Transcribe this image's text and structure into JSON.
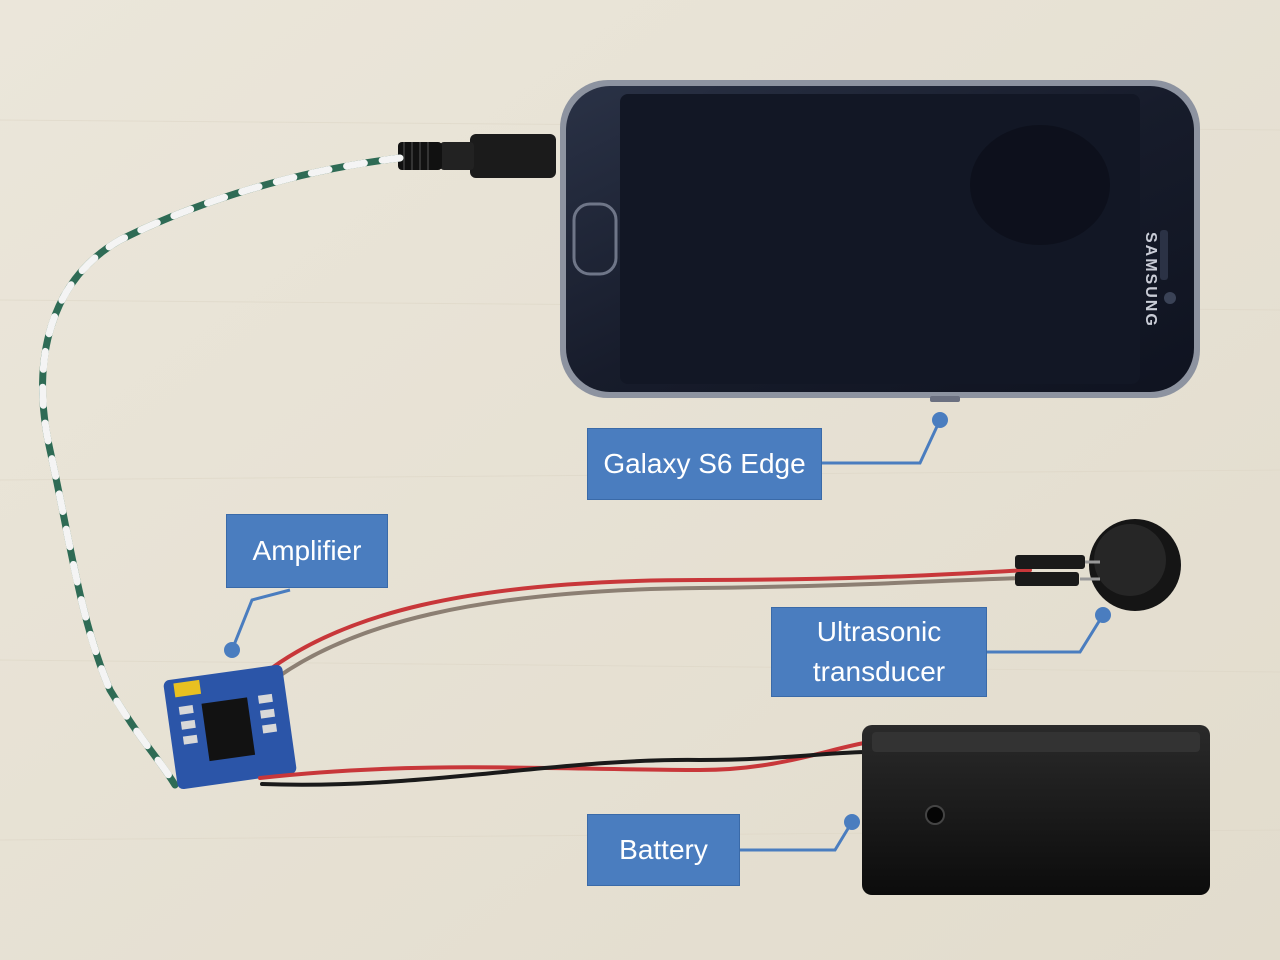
{
  "labels": {
    "phone": "Galaxy S6 Edge",
    "amplifier": "Amplifier",
    "transducer_line1": "Ultrasonic",
    "transducer_line2": "transducer",
    "battery": "Battery"
  },
  "phone_brand": "SAMSUNG",
  "colors": {
    "callout_fill": "#4a7dbf",
    "callout_text": "#ffffff",
    "leader_line": "#4a7dbf",
    "background": "#e9e3d6",
    "phone_body": "#1c2233",
    "wire_red": "#c8373a",
    "wire_black": "#1a1a1a",
    "wire_green": "#2e6b55",
    "wire_white": "#f4f4f4",
    "board_blue": "#2b55a8"
  }
}
